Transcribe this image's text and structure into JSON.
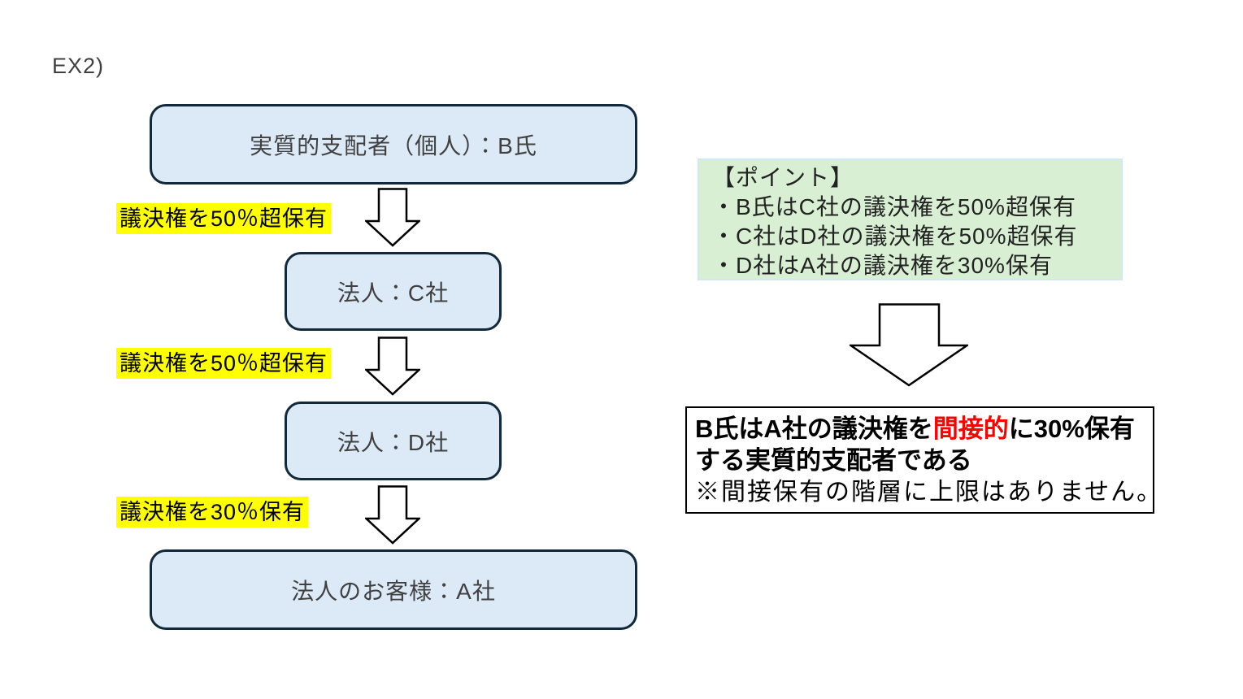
{
  "header": {
    "label": "EX2)"
  },
  "flow": {
    "boxes": [
      {
        "name": "beneficial-owner-individual",
        "label": "実質的支配者（個人）：B氏"
      },
      {
        "name": "company-c",
        "label": "法人：C社"
      },
      {
        "name": "company-d",
        "label": "法人：D社"
      },
      {
        "name": "corporate-customer-a",
        "label": "法人のお客様：A社"
      }
    ],
    "edge_labels": [
      "議決権を50％超保有",
      "議決権を50％超保有",
      "議決権を30％保有"
    ]
  },
  "points_panel": {
    "title": "【ポイント】",
    "items": [
      "・B氏はC社の議決権を50%超保有",
      "・C社はD社の議決権を50%超保有",
      "・D社はA社の議決権を30%保有"
    ]
  },
  "conclusion": {
    "sentence_pre": "B氏はA社の議決権を",
    "sentence_highlight": "間接的",
    "sentence_post": "に30%保有する実質的支配者である",
    "note": "※間接保有の階層に上限はありません。"
  },
  "colors": {
    "node_fill": "#dce9f6",
    "node_border": "#11293a",
    "edge_highlight": "#ffff00",
    "points_fill": "#d9efd4",
    "points_border": "#cfe8f2",
    "alert_text": "#ff0000",
    "body_text": "#404040"
  },
  "icons": {
    "flow_arrow": "block-down-arrow",
    "result_arrow": "block-down-arrow"
  }
}
